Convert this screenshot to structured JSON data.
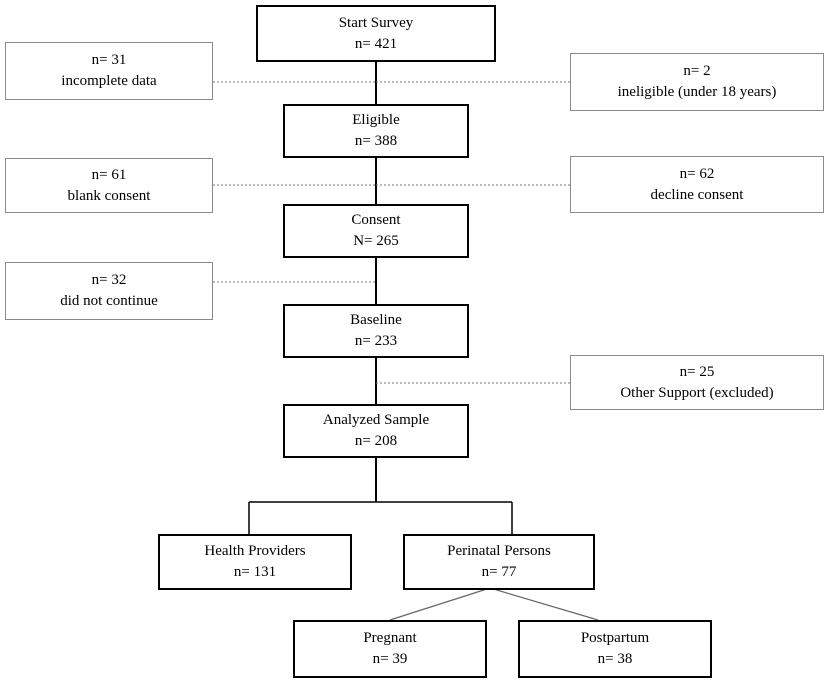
{
  "main_flow": {
    "start": {
      "title": "Start Survey",
      "count": "n= 421"
    },
    "eligible": {
      "title": "Eligible",
      "count": "n= 388"
    },
    "consent": {
      "title": "Consent",
      "count": "N= 265"
    },
    "baseline": {
      "title": "Baseline",
      "count": "n= 233"
    },
    "analyzed": {
      "title": "Analyzed Sample",
      "count": "n= 208"
    }
  },
  "exclusions": {
    "incomplete": {
      "count": "n= 31",
      "label": "incomplete data"
    },
    "ineligible": {
      "count": "n= 2",
      "label": "ineligible (under 18 years)"
    },
    "blank": {
      "count": "n= 61",
      "label": "blank consent"
    },
    "decline": {
      "count": "n= 62",
      "label": "decline consent"
    },
    "discontinued": {
      "count": "n= 32",
      "label": "did not continue"
    },
    "other_support": {
      "count": "n= 25",
      "label": "Other Support (excluded)"
    }
  },
  "groups": {
    "providers": {
      "title": "Health Providers",
      "count": "n= 131"
    },
    "perinatal": {
      "title": "Perinatal Persons",
      "count": "n= 77"
    }
  },
  "subgroups": {
    "pregnant": {
      "title": "Pregnant",
      "count": "n= 39"
    },
    "postpartum": {
      "title": "Postpartum",
      "count": "n= 38"
    }
  }
}
